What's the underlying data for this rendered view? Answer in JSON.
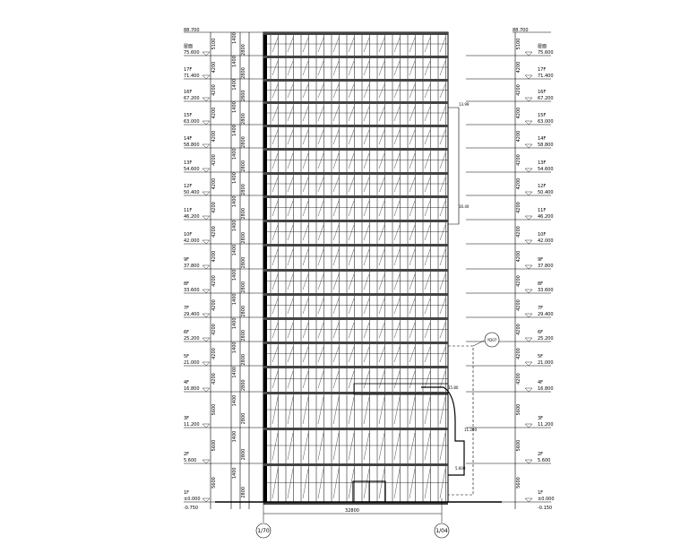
{
  "drawing": {
    "top_elevation_left": "88.700",
    "top_elevation_right": "88.700",
    "bottom_elevation_left": "-0.750",
    "bottom_elevation_right": "-0.150",
    "levels": [
      {
        "name": "屋面",
        "elev": "75.600",
        "height": "5100"
      },
      {
        "name": "17F",
        "elev": "71.400",
        "height": "4200"
      },
      {
        "name": "16F",
        "elev": "67.200",
        "height": "4200"
      },
      {
        "name": "15F",
        "elev": "63.000",
        "height": "4200"
      },
      {
        "name": "14F",
        "elev": "58.800",
        "height": "4200"
      },
      {
        "name": "13F",
        "elev": "54.600",
        "height": "4200"
      },
      {
        "name": "12F",
        "elev": "50.400",
        "height": "4200"
      },
      {
        "name": "11F",
        "elev": "46.200",
        "height": "4200"
      },
      {
        "name": "10F",
        "elev": "42.000",
        "height": "4200"
      },
      {
        "name": "9F",
        "elev": "37.800",
        "height": "4200"
      },
      {
        "name": "8F",
        "elev": "33.600",
        "height": "4200"
      },
      {
        "name": "7F",
        "elev": "29.400",
        "height": "4200"
      },
      {
        "name": "6F",
        "elev": "25.200",
        "height": "4200"
      },
      {
        "name": "5F",
        "elev": "21.000",
        "height": "4200"
      },
      {
        "name": "4F",
        "elev": "16.800",
        "height": "4200"
      },
      {
        "name": "3F",
        "elev": "11.200",
        "height": "5600"
      },
      {
        "name": "2F",
        "elev": "5.600",
        "height": "5600"
      },
      {
        "name": "1F",
        "elev": "±0.000",
        "height": "5600"
      }
    ],
    "sub_dims": [
      "1400",
      "2800"
    ],
    "grid_left": "1/70",
    "grid_right": "1/04",
    "overall_width": "32800",
    "detail_tag": "YD07",
    "side_notes": [
      "13.99",
      "16.40",
      "15.80",
      "11.200",
      "5.600"
    ]
  },
  "colors": {
    "line": "#000000",
    "background": "#ffffff"
  }
}
